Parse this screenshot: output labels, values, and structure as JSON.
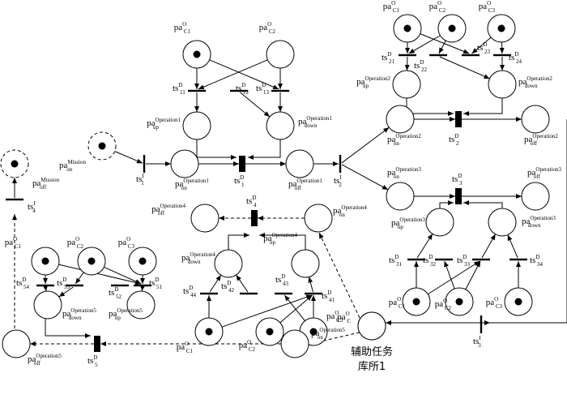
{
  "places": [
    {
      "id": "mission_on",
      "label": "pa",
      "sup": "Mission",
      "sub": "on",
      "tokens": 1,
      "dashed": true
    },
    {
      "id": "mission_off",
      "label": "pa",
      "sup": "Mission",
      "sub": "off",
      "tokens": 1,
      "dashed": true
    },
    {
      "id": "c1_op1",
      "label": "pa",
      "sup": "O",
      "sub": "C1",
      "tokens": 1
    },
    {
      "id": "c2_op1",
      "label": "pa",
      "sup": "O",
      "sub": "C2",
      "tokens": 0
    },
    {
      "id": "op1_up",
      "label": "pa",
      "sup": "Operation1",
      "sub": "up",
      "tokens": 0
    },
    {
      "id": "op1_down",
      "label": "pa",
      "sup": "Operation1",
      "sub": "down",
      "tokens": 0
    },
    {
      "id": "op1_on",
      "label": "pa",
      "sup": "Operation1",
      "sub": "on",
      "tokens": 0
    },
    {
      "id": "op1_off",
      "label": "pa",
      "sup": "Operation1",
      "sub": "off",
      "tokens": 0
    },
    {
      "id": "c1_op2",
      "label": "pa",
      "sup": "O",
      "sub": "C1",
      "tokens": 1
    },
    {
      "id": "c2_op2",
      "label": "pa",
      "sup": "O",
      "sub": "C2",
      "tokens": 1
    },
    {
      "id": "c3_op2",
      "label": "pa",
      "sup": "O",
      "sub": "C3",
      "tokens": 1
    },
    {
      "id": "op2_up",
      "label": "pa",
      "sup": "Operation2",
      "sub": "up",
      "tokens": 0
    },
    {
      "id": "op2_down",
      "label": "pa",
      "sup": "Operation2",
      "sub": "down",
      "tokens": 0
    },
    {
      "id": "op2_on",
      "label": "pa",
      "sup": "Operation2",
      "sub": "on",
      "tokens": 0
    },
    {
      "id": "op2_off",
      "label": "pa",
      "sup": "Operation2",
      "sub": "off",
      "tokens": 0
    },
    {
      "id": "op3_on",
      "label": "pa",
      "sup": "Operation3",
      "sub": "on",
      "tokens": 0
    },
    {
      "id": "op3_off",
      "label": "pa",
      "sup": "Operation3",
      "sub": "off",
      "tokens": 0
    },
    {
      "id": "op3_up",
      "label": "pa",
      "sup": "Operation3",
      "sub": "up",
      "tokens": 0
    },
    {
      "id": "op3_down",
      "label": "pa",
      "sup": "Operation3",
      "sub": "down",
      "tokens": 0
    },
    {
      "id": "c1_op3",
      "label": "pa",
      "sup": "O",
      "sub": "C1",
      "tokens": 1
    },
    {
      "id": "c2_op3",
      "label": "pa",
      "sup": "O",
      "sub": "C2",
      "tokens": 1
    },
    {
      "id": "c3_op3",
      "label": "pa",
      "sup": "O",
      "sub": "C3",
      "tokens": 1
    },
    {
      "id": "op4_on",
      "label": "pa",
      "sup": "Operation4",
      "sub": "on",
      "tokens": 0
    },
    {
      "id": "op4_off",
      "label": "pa",
      "sup": "Operation4",
      "sub": "off",
      "tokens": 0
    },
    {
      "id": "op4_up",
      "label": "pa",
      "sup": "Operation4",
      "sub": "up",
      "tokens": 0
    },
    {
      "id": "op4_down",
      "label": "pa",
      "sup": "Operation4",
      "sub": "down",
      "tokens": 0
    },
    {
      "id": "c1_op4",
      "label": "pa",
      "sup": "O",
      "sub": "C1",
      "tokens": 1
    },
    {
      "id": "c2_op4",
      "label": "pa",
      "sup": "O",
      "sub": "C2",
      "tokens": 1
    },
    {
      "id": "c3_op4",
      "label": "pa",
      "sup": "O",
      "sub": "C3",
      "tokens": 1
    },
    {
      "id": "c_op4",
      "label": "pa",
      "sup": "O",
      "sub": "C",
      "tokens": 0
    },
    {
      "id": "op5_on",
      "label": "pa",
      "sup": "Operation5",
      "sub": "on",
      "tokens": 0
    },
    {
      "id": "op5_off",
      "label": "pa",
      "sup": "Operation5",
      "sub": "off",
      "tokens": 0
    },
    {
      "id": "op5_up",
      "label": "pa",
      "sup": "Operation5",
      "sub": "up",
      "tokens": 0
    },
    {
      "id": "op5_down",
      "label": "pa",
      "sup": "Operation5",
      "sub": "down",
      "tokens": 0
    },
    {
      "id": "c1_op5",
      "label": "pa",
      "sup": "O",
      "sub": "C1",
      "tokens": 1
    },
    {
      "id": "c2_op5",
      "label": "pa",
      "sup": "O",
      "sub": "C2",
      "tokens": 1
    },
    {
      "id": "c3_op5",
      "label": "pa",
      "sup": "O",
      "sub": "C3",
      "tokens": 1
    }
  ],
  "transitions": [
    {
      "id": "ts1I",
      "label": "ts",
      "sub": "1",
      "sup": "I"
    },
    {
      "id": "ts2I",
      "label": "ts",
      "sub": "2",
      "sup": "I"
    },
    {
      "id": "ts3I",
      "label": "ts",
      "sub": "3",
      "sup": "I"
    },
    {
      "id": "ts4I",
      "label": "ts",
      "sub": "4",
      "sup": "I"
    },
    {
      "id": "ts1D",
      "label": "ts",
      "sub": "1",
      "sup": "D"
    },
    {
      "id": "ts11D",
      "label": "ts",
      "sub": "11",
      "sup": "D"
    },
    {
      "id": "ts12D",
      "label": "ts",
      "sub": "12",
      "sup": "D"
    },
    {
      "id": "ts13D",
      "label": "ts",
      "sub": "13",
      "sup": "D"
    },
    {
      "id": "ts2D",
      "label": "ts",
      "sub": "2",
      "sup": "D"
    },
    {
      "id": "ts21D",
      "label": "ts",
      "sub": "21",
      "sup": "D"
    },
    {
      "id": "ts22D",
      "label": "ts",
      "sub": "22",
      "sup": "D"
    },
    {
      "id": "ts23D",
      "label": "ts",
      "sub": "23",
      "sup": "D"
    },
    {
      "id": "ts24D",
      "label": "ts",
      "sub": "24",
      "sup": "D"
    },
    {
      "id": "ts3D",
      "label": "ts",
      "sub": "3",
      "sup": "D"
    },
    {
      "id": "ts31D",
      "label": "ts",
      "sub": "31",
      "sup": "D"
    },
    {
      "id": "ts32D",
      "label": "ts",
      "sub": "32",
      "sup": "D"
    },
    {
      "id": "ts33D",
      "label": "ts",
      "sub": "33",
      "sup": "D"
    },
    {
      "id": "ts34D",
      "label": "ts",
      "sub": "34",
      "sup": "D"
    },
    {
      "id": "ts4D",
      "label": "ts",
      "sub": "4",
      "sup": "D"
    },
    {
      "id": "ts41D",
      "label": "ts",
      "sub": "41",
      "sup": "D"
    },
    {
      "id": "ts42D",
      "label": "ts",
      "sub": "42",
      "sup": "D"
    },
    {
      "id": "ts43D",
      "label": "ts",
      "sub": "43",
      "sup": "D"
    },
    {
      "id": "ts44D",
      "label": "ts",
      "sub": "44",
      "sup": "D"
    },
    {
      "id": "ts5D",
      "label": "ts",
      "sub": "5",
      "sup": "D"
    },
    {
      "id": "ts51D",
      "label": "ts",
      "sub": "51",
      "sup": "D"
    },
    {
      "id": "ts52D",
      "label": "ts",
      "sub": "52",
      "sup": "D"
    },
    {
      "id": "ts53D",
      "label": "ts",
      "sub": "53",
      "sup": "D"
    },
    {
      "id": "ts54D",
      "label": "ts",
      "sub": "54",
      "sup": "D"
    }
  ],
  "depot_place": {
    "label_line1": "辅助任务",
    "label_line2": "库所1"
  }
}
